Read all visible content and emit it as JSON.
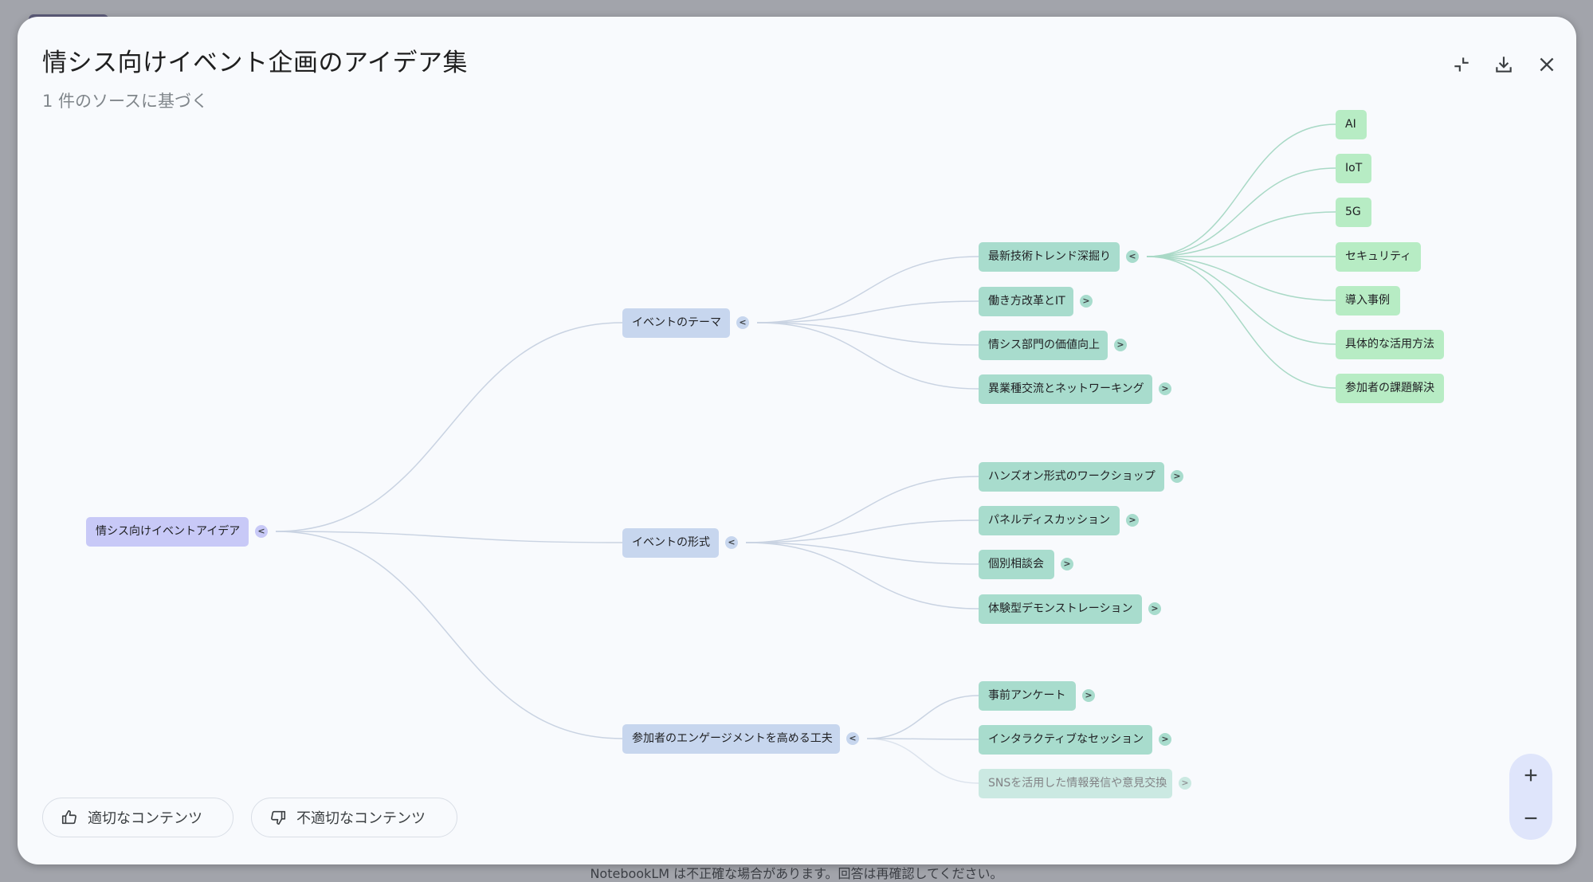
{
  "dialog": {
    "title": "情シス向けイベント企画のアイデア集",
    "subtitle": "1 件のソースに基づく",
    "toolbar": {
      "collapse_icon": "collapse-icon",
      "download_icon": "download-icon",
      "close_icon": "close-icon"
    }
  },
  "mindmap": {
    "root": {
      "label": "情シス向けイベントアイデア",
      "toggle": "<"
    },
    "branches": [
      {
        "label": "イベントのテーマ",
        "toggle": "<"
      },
      {
        "label": "イベントの形式",
        "toggle": "<"
      },
      {
        "label": "参加者のエンゲージメントを高める工夫",
        "toggle": "<"
      }
    ],
    "subtopics": [
      {
        "label": "最新技術トレンド深掘り",
        "toggle": "<"
      },
      {
        "label": "働き方改革とIT",
        "toggle": ">"
      },
      {
        "label": "情シス部門の価値向上",
        "toggle": ">"
      },
      {
        "label": "異業種交流とネットワーキング",
        "toggle": ">"
      },
      {
        "label": "ハンズオン形式のワークショップ",
        "toggle": ">"
      },
      {
        "label": "パネルディスカッション",
        "toggle": ">"
      },
      {
        "label": "個別相談会",
        "toggle": ">"
      },
      {
        "label": "体験型デモンストレーション",
        "toggle": ">"
      },
      {
        "label": "事前アンケート",
        "toggle": ">"
      },
      {
        "label": "インタラクティブなセッション",
        "toggle": ">"
      },
      {
        "label": "SNSを活用した情報発信や意見交換",
        "toggle": ">"
      }
    ],
    "leaves": [
      {
        "label": "AI"
      },
      {
        "label": "IoT"
      },
      {
        "label": "5G"
      },
      {
        "label": "セキュリティ"
      },
      {
        "label": "導入事例"
      },
      {
        "label": "具体的な活用方法"
      },
      {
        "label": "参加者の課題解決"
      }
    ]
  },
  "feedback": {
    "good_label": "適切なコンテンツ",
    "bad_label": "不適切なコンテンツ"
  },
  "zoom": {
    "in_icon": "plus-icon",
    "out_icon": "minus-icon"
  },
  "footer": {
    "disclaimer": "NotebookLM は不正確な場合があります。回答は再確認してください。"
  },
  "colors": {
    "root": "#c8c9f7",
    "branch": "#c7d6ee",
    "subtopic": "#a8dccd",
    "leaf": "#b7ecc4",
    "edge_blue": "#c9d3e2",
    "edge_green": "#a9d9c6"
  }
}
